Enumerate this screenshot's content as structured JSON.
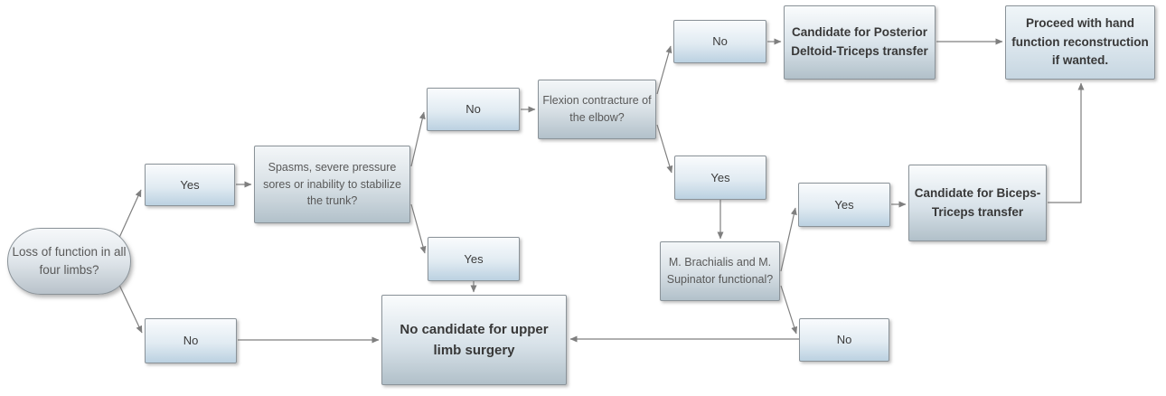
{
  "nodes": {
    "start": {
      "label": "Loss of function in all four limbs?"
    },
    "yes1": {
      "label": "Yes"
    },
    "no1": {
      "label": "No"
    },
    "spasms": {
      "label": "Spasms, severe pressure sores or inability to stabilize the trunk?"
    },
    "no2": {
      "label": "No"
    },
    "yes2": {
      "label": "Yes"
    },
    "flexion": {
      "label": "Flexion contracture of the elbow?"
    },
    "no3": {
      "label": "No"
    },
    "yes3": {
      "label": "Yes"
    },
    "posterior": {
      "label": "Candidate for Posterior Deltoid-Triceps transfer"
    },
    "proceed": {
      "label": "Proceed with hand function reconstruction if wanted."
    },
    "brachialis": {
      "label": "M. Brachialis and M. Supinator functional?"
    },
    "yes4": {
      "label": "Yes"
    },
    "biceps": {
      "label": "Candidate for Biceps-Triceps transfer"
    },
    "nosurgery": {
      "label": "No candidate for upper limb surgery"
    },
    "no4": {
      "label": "No"
    }
  },
  "edges": [
    {
      "from": "start",
      "to": "yes1"
    },
    {
      "from": "start",
      "to": "no1"
    },
    {
      "from": "yes1",
      "to": "spasms"
    },
    {
      "from": "spasms",
      "to": "no2"
    },
    {
      "from": "spasms",
      "to": "yes2"
    },
    {
      "from": "no2",
      "to": "flexion"
    },
    {
      "from": "flexion",
      "to": "no3"
    },
    {
      "from": "flexion",
      "to": "yes3"
    },
    {
      "from": "no3",
      "to": "posterior"
    },
    {
      "from": "posterior",
      "to": "proceed"
    },
    {
      "from": "yes3",
      "to": "brachialis"
    },
    {
      "from": "brachialis",
      "to": "yes4"
    },
    {
      "from": "brachialis",
      "to": "no4"
    },
    {
      "from": "yes4",
      "to": "biceps"
    },
    {
      "from": "biceps",
      "to": "proceed"
    },
    {
      "from": "yes2",
      "to": "nosurgery"
    },
    {
      "from": "no1",
      "to": "nosurgery"
    },
    {
      "from": "no4",
      "to": "nosurgery"
    }
  ],
  "colors": {
    "connector": "#7f7f7f",
    "box_border": "#8a9298",
    "branch_fill_bottom": "#bbd1e1",
    "decision_fill_bottom": "#b2c1ca",
    "decision_text": "#595959",
    "outcome_text": "#383838"
  }
}
